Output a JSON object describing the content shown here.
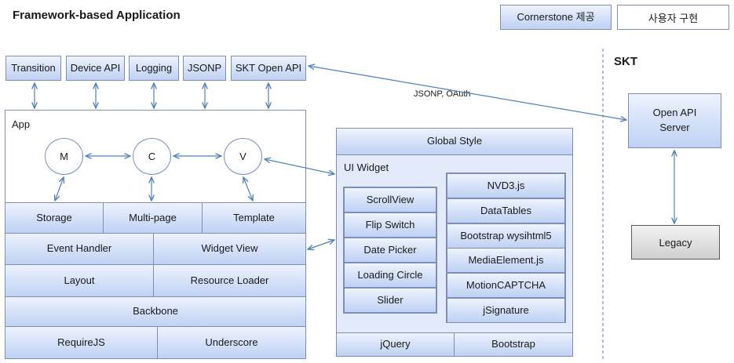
{
  "title": "Framework-based Application",
  "legend": {
    "provided": "Cornerstone 제공",
    "user": "사용자 구현"
  },
  "skt": {
    "label": "SKT",
    "server": [
      "Open API",
      "Server"
    ],
    "legacy": "Legacy"
  },
  "modules": [
    "Transition",
    "Device API",
    "Logging",
    "JSONP",
    "SKT Open API"
  ],
  "connection_label": "JSONP, OAuth",
  "app": {
    "label": "App",
    "mvc": [
      "M",
      "C",
      "V"
    ],
    "row1": [
      "Storage",
      "Multi-page",
      "Template"
    ],
    "row2": [
      "Event Handler",
      "Widget View"
    ],
    "row3": [
      "Layout",
      "Resource Loader"
    ],
    "row4": [
      "Backbone"
    ],
    "row5": [
      "RequireJS",
      "Underscore"
    ]
  },
  "ui": {
    "global_style": "Global Style",
    "widget_label": "UI Widget",
    "widgets": [
      "ScrollView",
      "Flip Switch",
      "Date Picker",
      "Loading Circle",
      "Slider"
    ],
    "plugins": [
      "NVD3.js",
      "DataTables",
      "Bootstrap wysihtml5",
      "MediaElement.js",
      "MotionCAPTCHA",
      "jSignature"
    ],
    "bottom": [
      "jQuery",
      "Bootstrap"
    ]
  },
  "colors": {
    "box_border": "#7d8fb8",
    "arrow": "#4f81bd",
    "divider": "#5b7fc0"
  }
}
